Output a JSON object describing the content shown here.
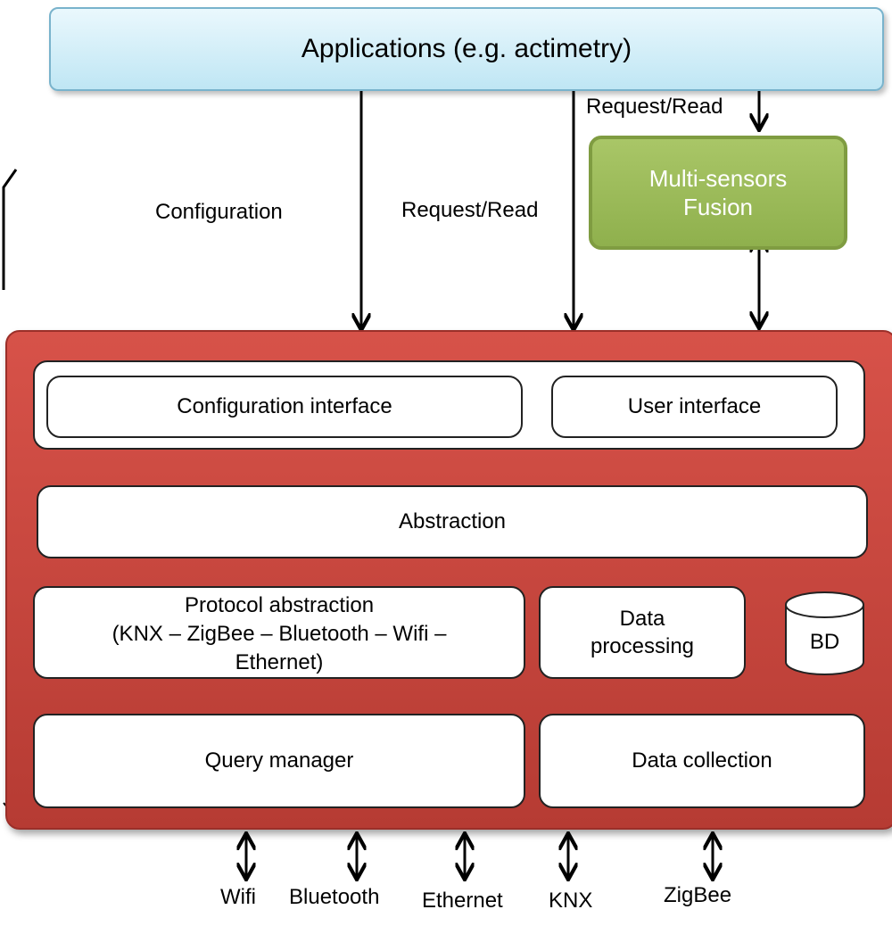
{
  "applications": {
    "label": "Applications (e.g. actimetry)"
  },
  "fusion": {
    "line1": "Multi-sensors",
    "line2": "Fusion"
  },
  "edge_labels": {
    "configuration": "Configuration",
    "request_read_middle": "Request/Read",
    "request_read_right": "Request/Read"
  },
  "middleware": {
    "configuration_interface": "Configuration interface",
    "user_interface": "User interface",
    "abstraction": "Abstraction",
    "protocol_abstraction": {
      "line1": "Protocol abstraction",
      "line2": "(KNX – ZigBee – Bluetooth – Wifi –",
      "line3": "Ethernet)"
    },
    "data_processing": {
      "line1": "Data",
      "line2": "processing"
    },
    "database": "BD",
    "query_manager": "Query manager",
    "data_collection": "Data collection"
  },
  "protocols": [
    "Wifi",
    "Bluetooth",
    "Ethernet",
    "KNX",
    "ZigBee"
  ],
  "colors": {
    "applications_fill": "#bfe6f4",
    "fusion_fill": "#9bba58",
    "middleware_fill": "#c8463e",
    "box_fill": "#ffffff"
  }
}
